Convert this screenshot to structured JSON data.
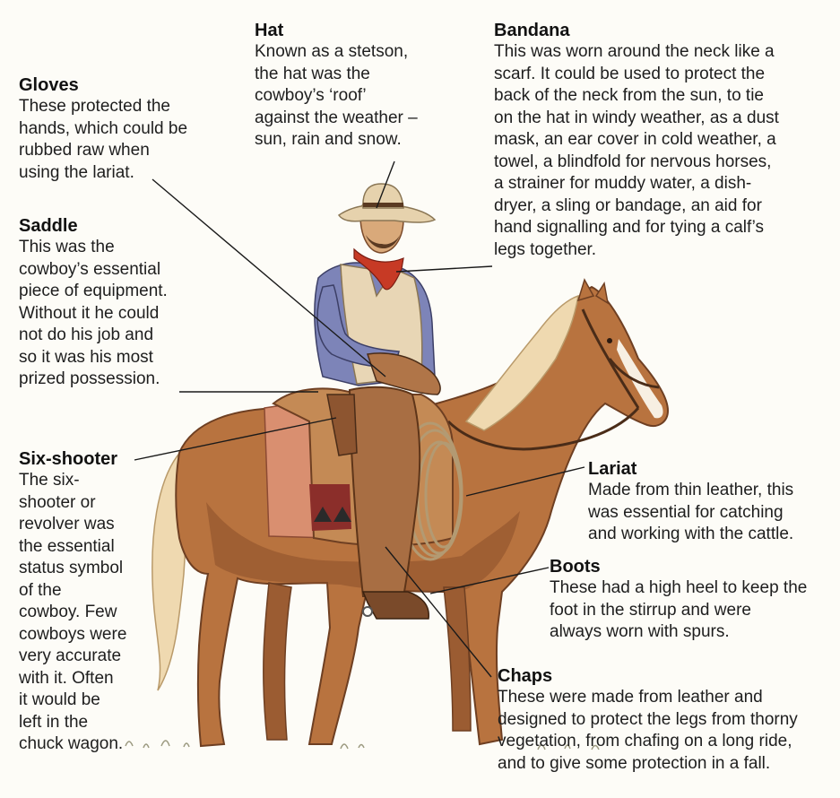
{
  "labels": {
    "hat": {
      "title": "Hat",
      "text": "Known as a stetson,\nthe hat was the\ncowboy’s ‘roof’\nagainst the weather –\nsun, rain and snow."
    },
    "bandana": {
      "title": "Bandana",
      "text": "This was worn around the neck like a\nscarf. It could be used to protect the\nback of the neck from the sun, to tie\non the hat in windy weather, as a dust\nmask, an ear cover in cold weather, a\ntowel, a blindfold for nervous horses,\na strainer for muddy water, a dish-\ndryer, a sling or bandage, an aid for\nhand signalling and for tying a calf’s\nlegs together."
    },
    "gloves": {
      "title": "Gloves",
      "text": "These protected the\nhands, which could be\nrubbed raw when\nusing the lariat."
    },
    "saddle": {
      "title": "Saddle",
      "text": "This was the\ncowboy’s essential\npiece of equipment.\nWithout it he could\nnot do his job and\nso it was his most\nprized possession."
    },
    "six_shooter": {
      "title": "Six-shooter",
      "text": "The six-\nshooter or\nrevolver was\nthe essential\nstatus symbol\nof the\ncowboy. Few\ncowboys were\nvery accurate\nwith it. Often\nit would be\nleft in the\nchuck wagon."
    },
    "lariat": {
      "title": "Lariat",
      "text": "Made from thin leather, this\nwas essential for catching\nand working with the cattle."
    },
    "boots": {
      "title": "Boots",
      "text": "These had a high heel to keep the\nfoot in the stirrup and were\nalways worn with spurs."
    },
    "chaps": {
      "title": "Chaps",
      "text": "These were made from leather and\ndesigned to protect the legs from thorny\nvegetation, from chafing on a long ride,\nand to give some protection in a fall."
    }
  },
  "colors": {
    "horse": "#b8733f",
    "horse_shadow": "#8a4f2a",
    "mane": "#efd9b0",
    "chaps": "#a86e43",
    "vest": "#e8d6b5",
    "shirt": "#7d84b8",
    "hat": "#e6d2ad",
    "bandana": "#c73a25",
    "blanket": "#d98f70",
    "leader_line": "#1a1a1a"
  }
}
